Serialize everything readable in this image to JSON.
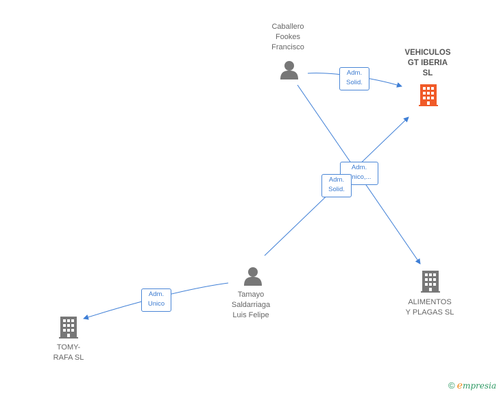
{
  "nodes": {
    "caballero": {
      "label": "Caballero\nFookes\nFrancisco",
      "icon": "person-icon"
    },
    "vehiculos": {
      "label": "VEHICULOS\nGT IBERIA\nSL",
      "icon": "building-icon",
      "color": "#f05a28"
    },
    "tamayo": {
      "label": "Tamayo\nSaldarriaga\nLuis Felipe",
      "icon": "person-icon"
    },
    "alimentos": {
      "label": "ALIMENTOS\nY PLAGAS  SL",
      "icon": "building-icon"
    },
    "tomy": {
      "label": "TOMY-\nRAFA SL",
      "icon": "building-icon"
    }
  },
  "edges": {
    "caballero_vehiculos": "Adm.\nSolid.",
    "caballero_alimentos": "Adm.\nUnico,...",
    "tamayo_vehiculos": "Adm.\nSolid.",
    "tamayo_tomy": "Adm.\nUnico"
  },
  "colors": {
    "edge": "#3f7fd6",
    "person": "#777777",
    "building": "#777777",
    "main_building": "#f05a28"
  },
  "brand": {
    "copyright": "©",
    "initial": "e",
    "rest": "mpresia"
  }
}
